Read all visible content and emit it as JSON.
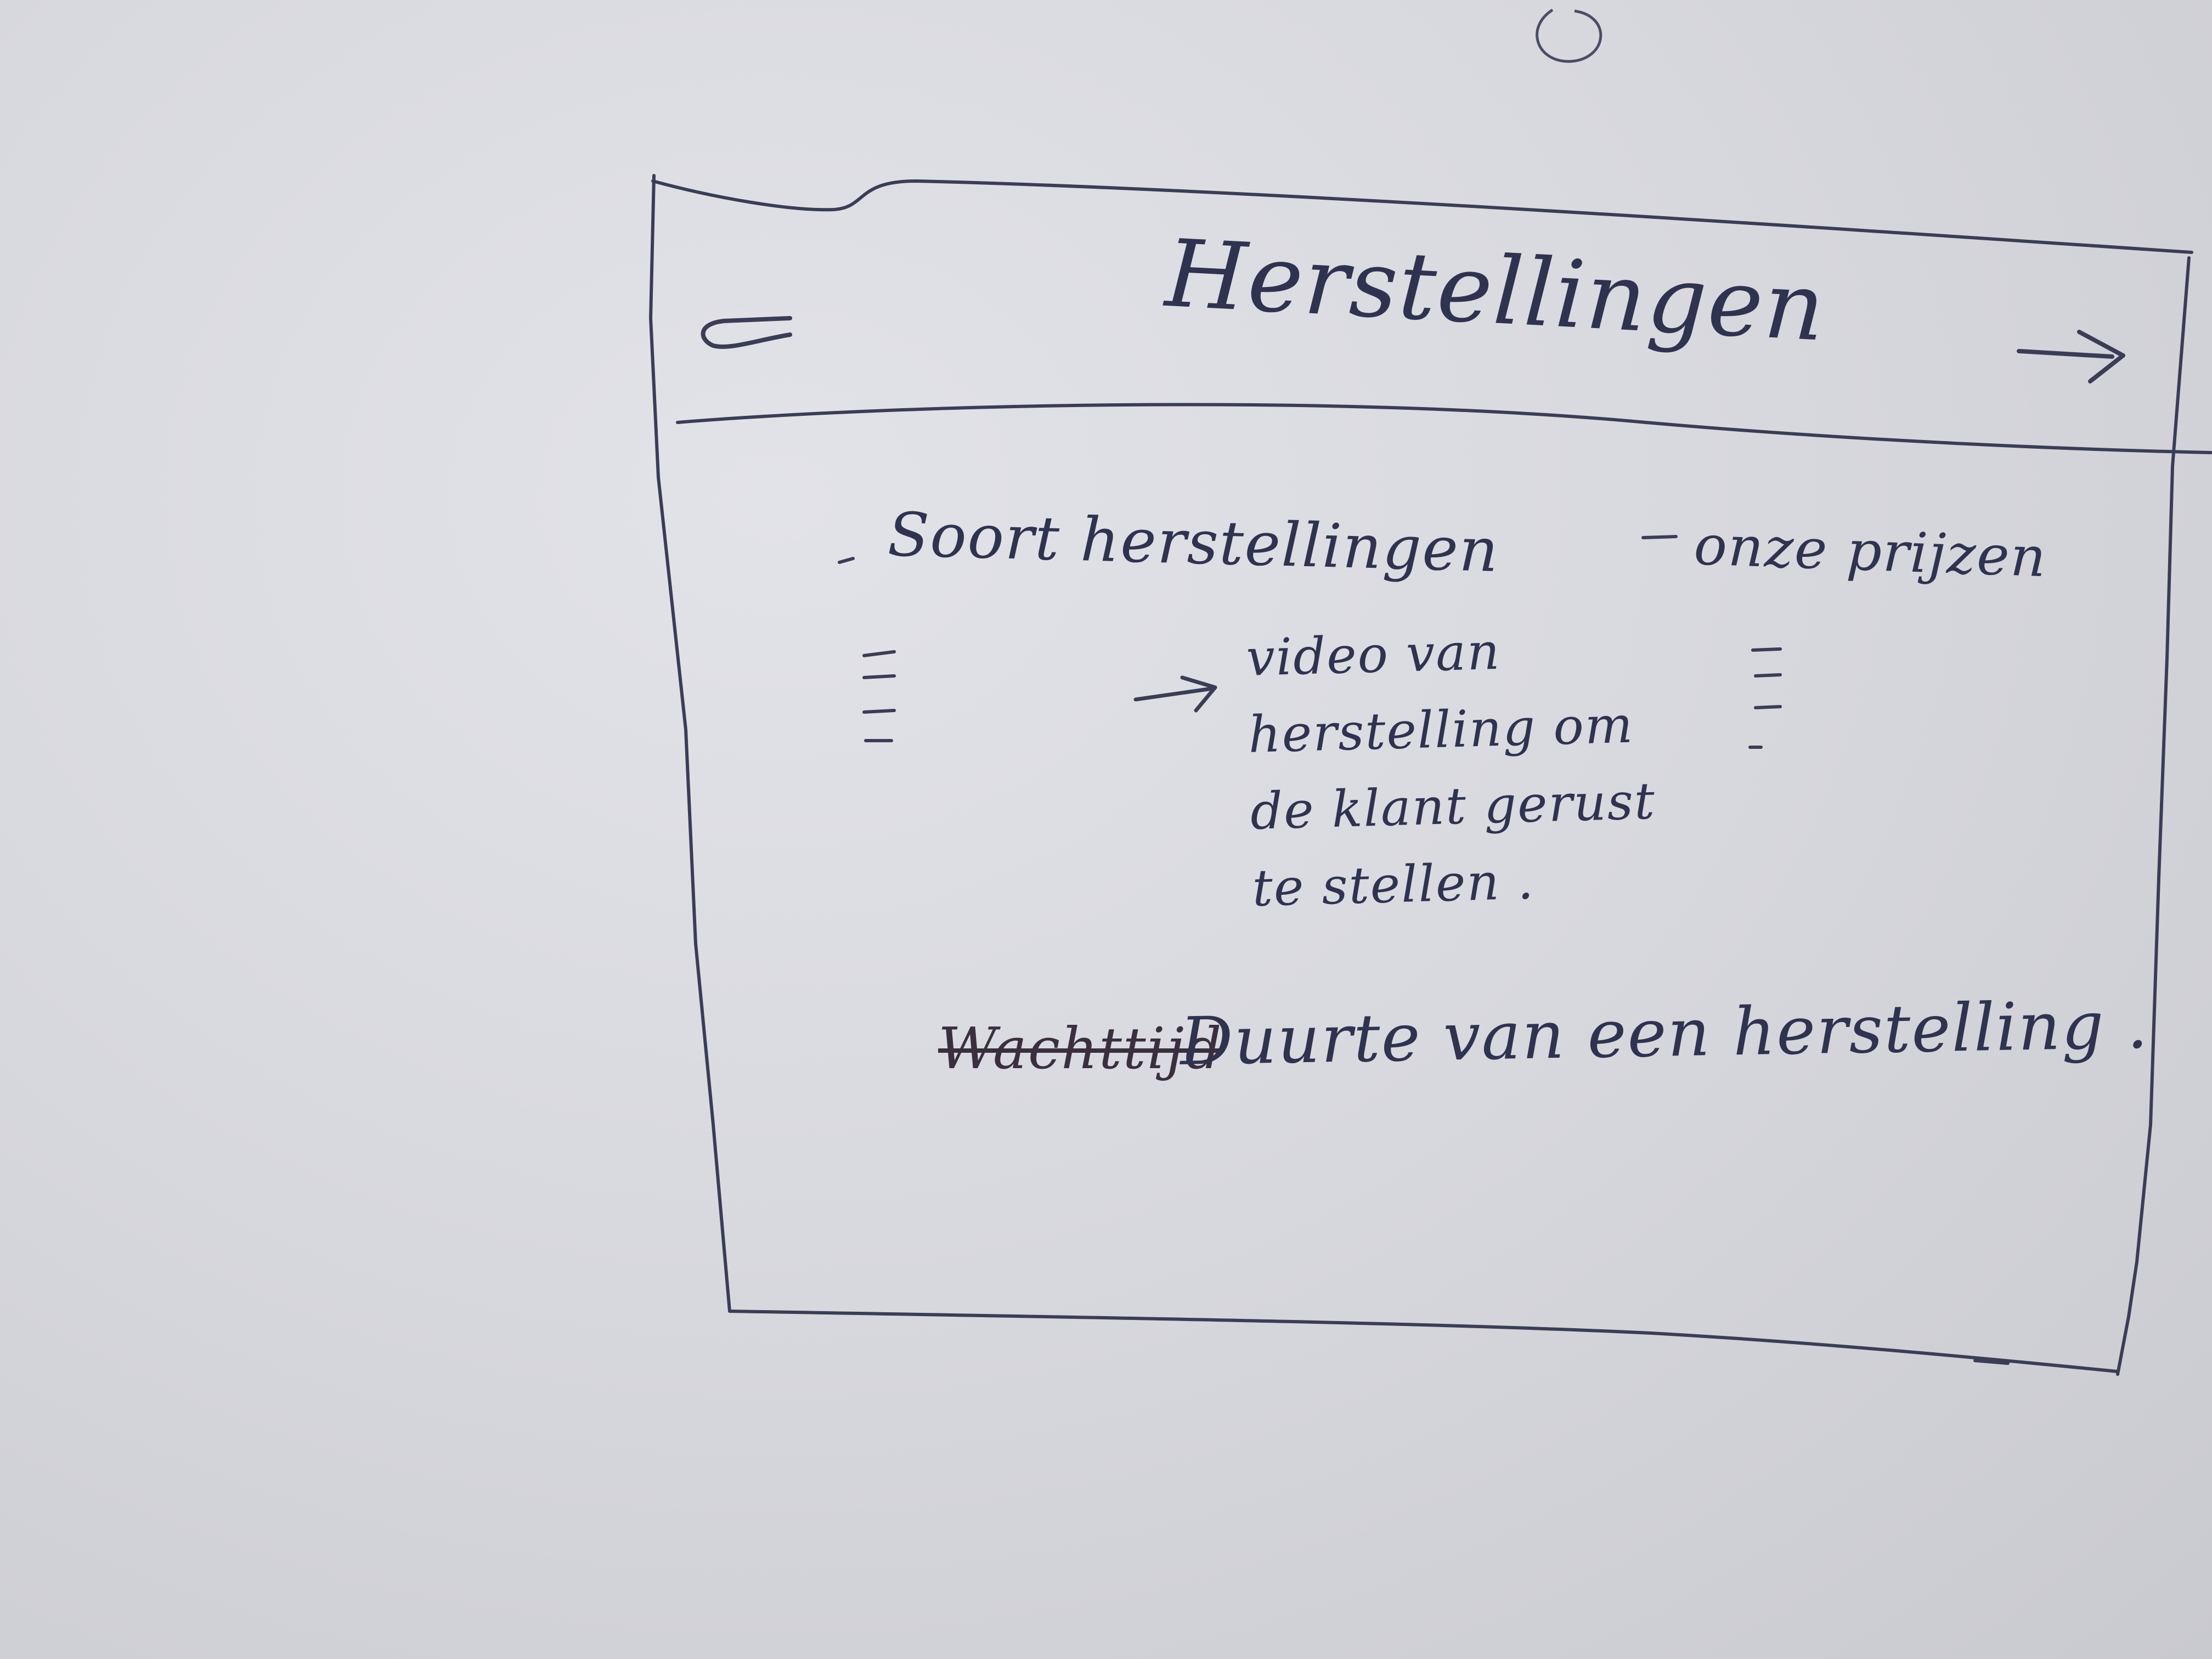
{
  "header": {
    "title": "Herstellingen",
    "back_icon": "arrow-left-icon",
    "forward_icon": "arrow-right-icon"
  },
  "main": {
    "left_column": {
      "heading": "Soort herstellingen",
      "list_marker": "bulleted-list-placeholder"
    },
    "right_column": {
      "heading": "onze prijzen",
      "list_marker": "bulleted-list-placeholder"
    },
    "video_note": {
      "icon": "arrow-right-icon",
      "text": "video van herstelling om de klant gerust te stellen ."
    },
    "footer_line": {
      "struck_word": "Wachttijd",
      "text": "Duurte van een herstelling ."
    }
  },
  "colors": {
    "paper": "#d9dae0",
    "ink": "#2f3350"
  }
}
